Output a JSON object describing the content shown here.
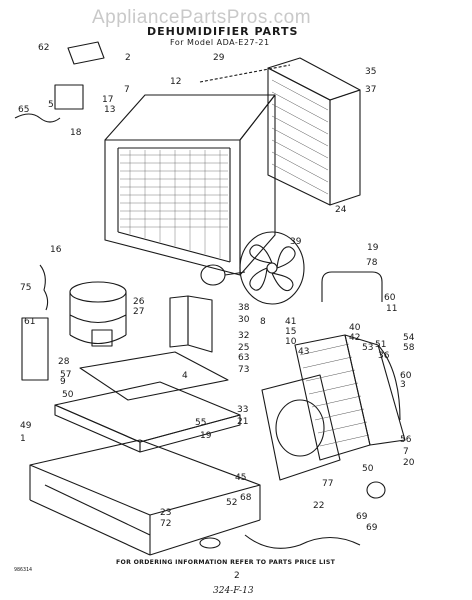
{
  "watermark": "AppliancePartsPros.com",
  "title": "DEHUMIDIFIER PARTS",
  "subtitle": "For Model ADA-E27-21",
  "footer_note": "FOR ORDERING INFORMATION REFER TO PARTS PRICE LIST",
  "page_code": "986314",
  "page_number": "2",
  "handwritten_code": "324-F-13",
  "part_numbers": [
    "62",
    "2",
    "7",
    "65",
    "5",
    "17",
    "13",
    "18",
    "12",
    "29",
    "35",
    "37",
    "24",
    "39",
    "16",
    "19",
    "78",
    "75",
    "26",
    "27",
    "38",
    "30",
    "60",
    "11",
    "61",
    "8",
    "41",
    "15",
    "10",
    "40",
    "42",
    "54",
    "58",
    "32",
    "25",
    "63",
    "43",
    "53",
    "51",
    "36",
    "28",
    "57",
    "73",
    "60",
    "3",
    "9",
    "50",
    "4",
    "55",
    "56",
    "7",
    "20",
    "49",
    "33",
    "21",
    "1",
    "19",
    "77",
    "50",
    "45",
    "22",
    "23",
    "72",
    "52",
    "68",
    "69"
  ]
}
